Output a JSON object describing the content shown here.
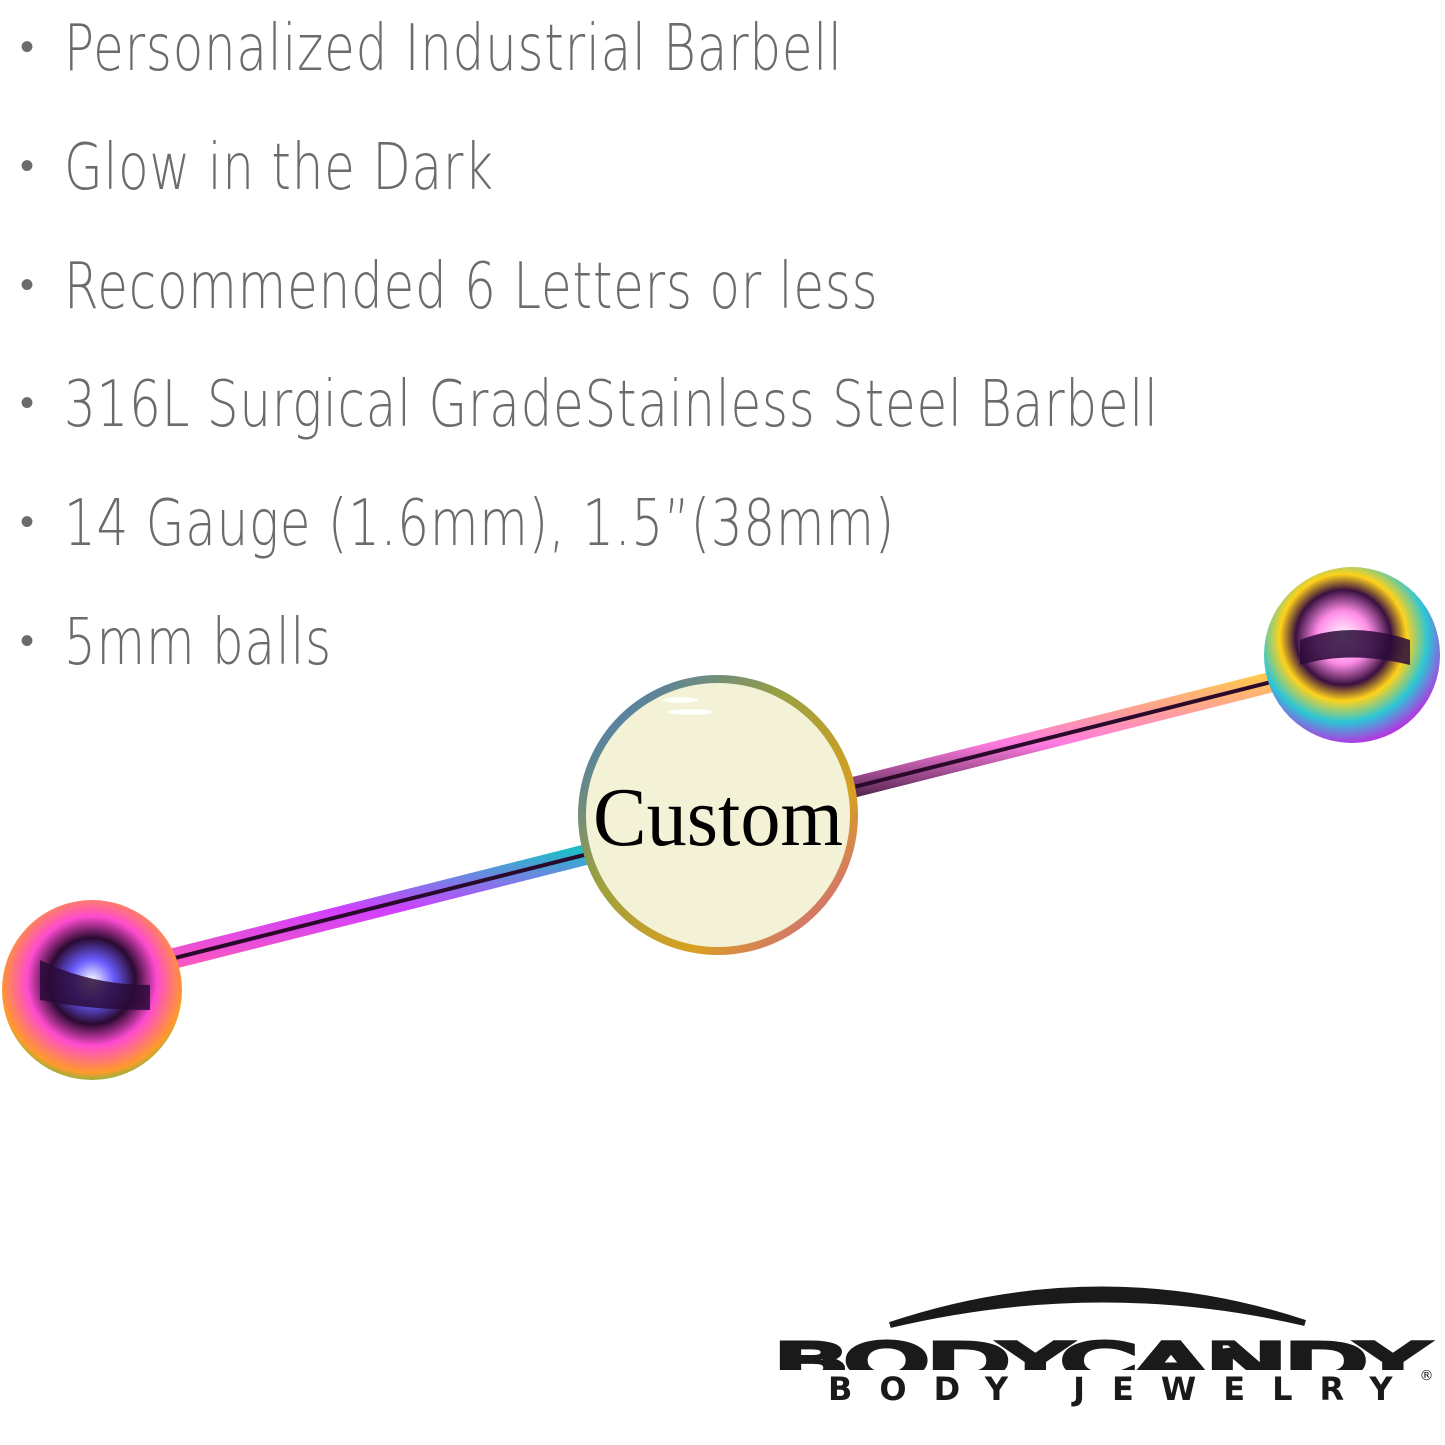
{
  "features": [
    {
      "bullet": "•",
      "text": "Personalized Industrial Barbell"
    },
    {
      "bullet": "•",
      "text": "Glow in the Dark"
    },
    {
      "bullet": "•",
      "text": "Recommended 6 Letters or less"
    },
    {
      "bullet": "•",
      "text": "316L Surgical GradeStainless Steel Barbell"
    },
    {
      "bullet": "•",
      "text": "14 Gauge (1.6mm), 1.5”(38mm)"
    },
    {
      "bullet": "•",
      "text": "5mm balls"
    }
  ],
  "product": {
    "disc_text": "Custom",
    "disc_color": "#f3f2d6",
    "finish": "rainbow anodized"
  },
  "brand": {
    "name": "BODYCANDY",
    "tagline": "BODY JEWELRY",
    "registered": "®"
  },
  "colors": {
    "text": "#6b6b6b",
    "logo": "#1a1a1a"
  }
}
